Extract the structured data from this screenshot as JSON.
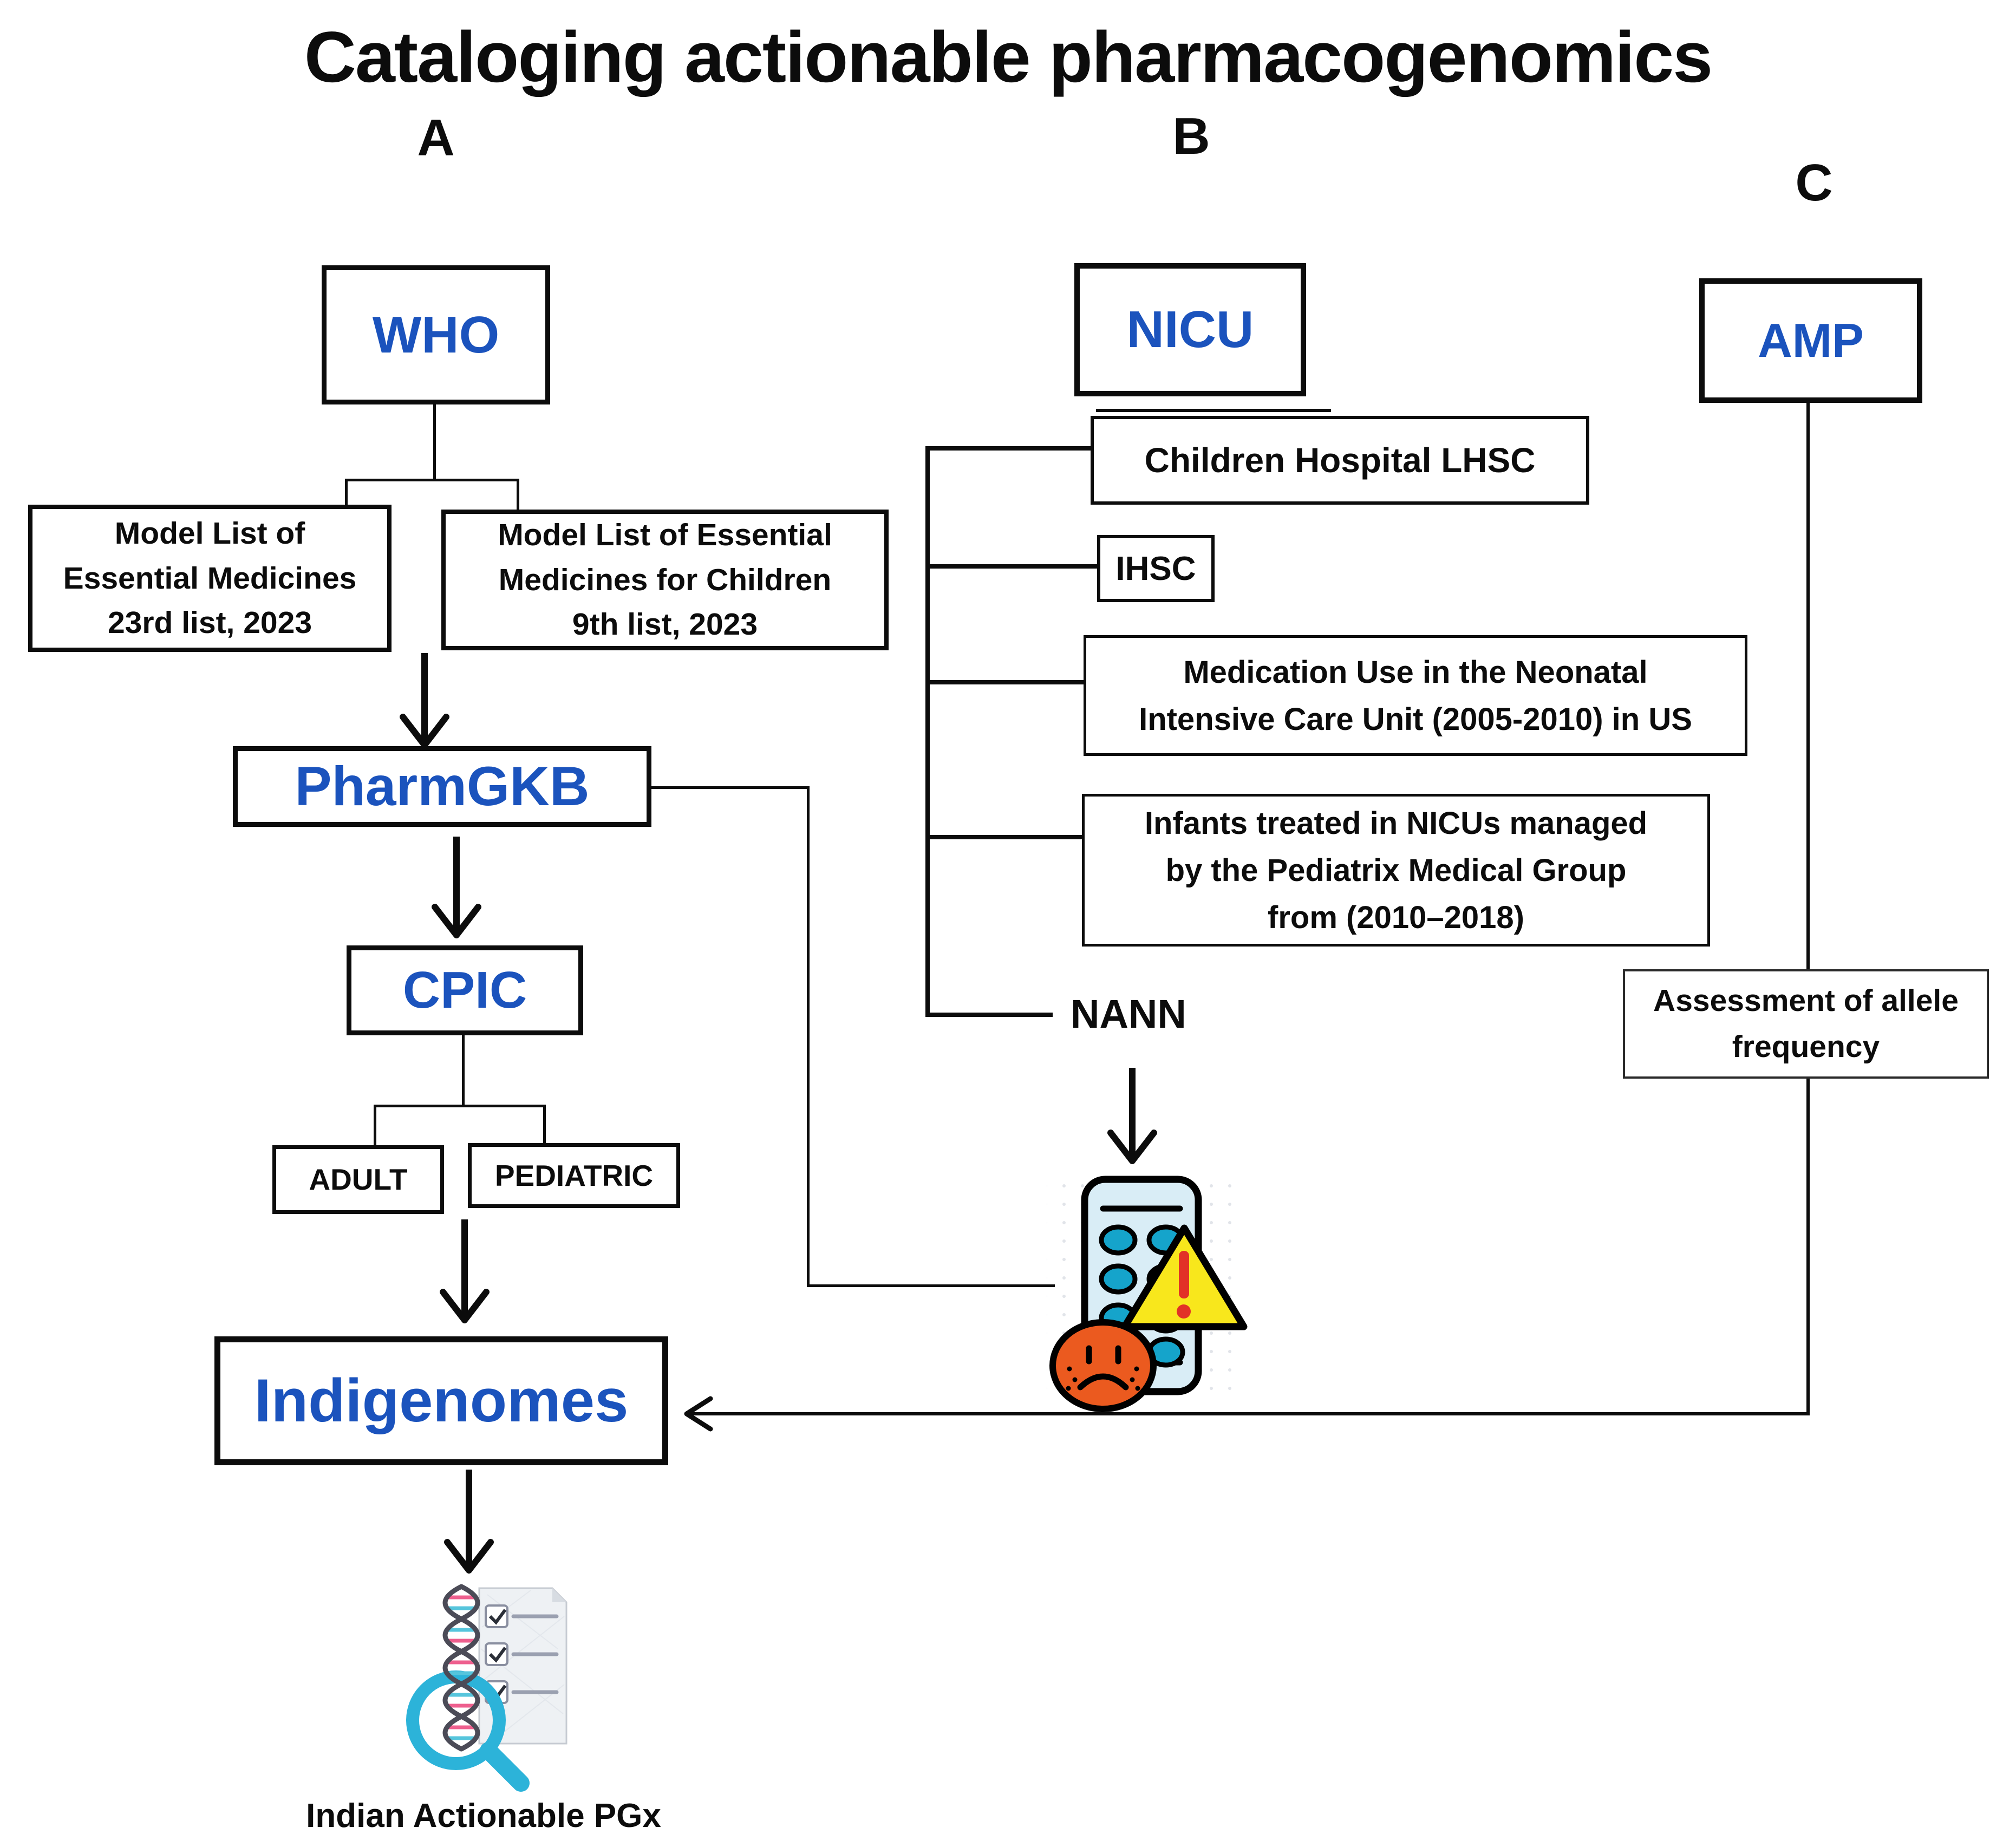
{
  "title": "Cataloging actionable pharmacogenomics",
  "section_labels": {
    "a": "A",
    "b": "B",
    "c": "C"
  },
  "colors": {
    "accent_blue": "#1b53bd",
    "line_black": "#0c0c0c",
    "warning_yellow": "#f8e71c",
    "warning_red": "#e23127",
    "face_orange": "#eb5a1f",
    "pill_teal": "#15a4cb",
    "blister_blue": "#d9edf6",
    "magnifier_teal": "#2cb3d9"
  },
  "column_a": {
    "who": "WHO",
    "eml_adult_lines": [
      "Model List of",
      "Essential Medicines",
      "23rd list, 2023"
    ],
    "eml_children_lines": [
      "Model List of Essential",
      "Medicines for Children",
      "9th list, 2023"
    ],
    "pharmgkb": "PharmGKB",
    "cpic": "CPIC",
    "adult": "ADULT",
    "pediatric": "PEDIATRIC",
    "indigenomes": "Indigenomes",
    "result_label": "Indian Actionable PGx"
  },
  "column_b": {
    "nicu": "NICU",
    "sources": [
      {
        "lines": [
          "Children Hospital LHSC"
        ]
      },
      {
        "lines": [
          "IHSC"
        ]
      },
      {
        "lines": [
          "Medication Use in the Neonatal",
          "Intensive Care Unit (2005-2010) in US"
        ]
      },
      {
        "lines": [
          "Infants treated in NICUs managed",
          "by the Pediatrix Medical Group",
          "from (2010–2018)"
        ]
      },
      {
        "lines": [
          "NANN"
        ]
      }
    ]
  },
  "column_c": {
    "amp": "AMP",
    "assessment_lines": [
      "Assessment of allele",
      "frequency"
    ]
  },
  "icons": {
    "adverse_drug_event": "pill-blister-warning-sad-face",
    "pgx_search": "dna-magnifying-glass-checklist"
  }
}
